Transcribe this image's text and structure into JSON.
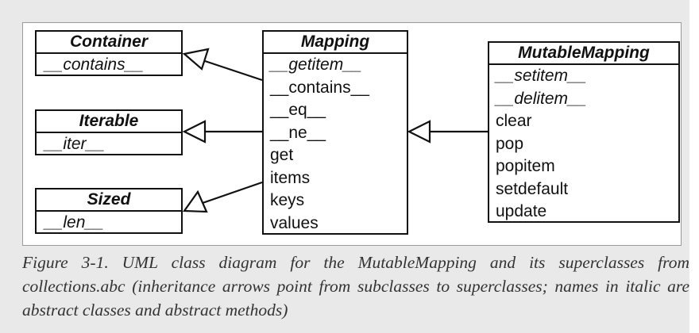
{
  "diagram": {
    "classes": {
      "container": {
        "name": "Container",
        "methods": [
          "__contains__"
        ]
      },
      "iterable": {
        "name": "Iterable",
        "methods": [
          "__iter__"
        ]
      },
      "sized": {
        "name": "Sized",
        "methods": [
          "__len__"
        ]
      },
      "mapping": {
        "name": "Mapping",
        "methods": [
          "__getitem__",
          "__contains__",
          "__eq__",
          "__ne__",
          "get",
          "items",
          "keys",
          "values"
        ]
      },
      "mutable_mapping": {
        "name": "MutableMapping",
        "methods": [
          "__setitem__",
          "__delitem__",
          "clear",
          "pop",
          "popitem",
          "setdefault",
          "update"
        ]
      }
    }
  },
  "caption": {
    "text": "Figure 3-1. UML class diagram for the MutableMapping and its superclasses from collections.abc (inheritance arrows point from subclasses to superclasses; names in italic are abstract classes and abstract methods)"
  }
}
